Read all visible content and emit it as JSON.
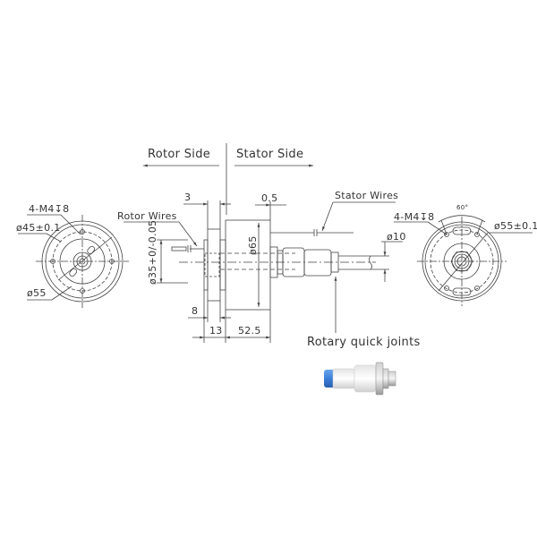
{
  "sections": {
    "rotor_side": "Rotor Side",
    "stator_side": "Stator Side"
  },
  "left_view": {
    "thread_spec": "4-M4↧8",
    "pcd": "ø45±0.1",
    "outer_diameter": "ø55"
  },
  "side_view": {
    "rotor_wires_label": "Rotor Wires",
    "stator_wires_label": "Stator Wires",
    "flange_thickness": "3",
    "gap": "0.5",
    "shaft_diameter": "ø35+0/-0.05",
    "body_diameter": "ø65",
    "flange_width": "8",
    "flange_offset": "13",
    "body_length": "52.5",
    "tube_diameter": "ø10",
    "joint_label": "Rotary quick joints"
  },
  "right_view": {
    "thread_spec": "4-M4↧8",
    "angle": "60°",
    "pcd": "ø55±0.1"
  },
  "colors": {
    "line": "#444444",
    "joint_blue": "#3b7fd9",
    "joint_body": "#e8e8e8",
    "joint_metal": "#a0a0a0"
  }
}
